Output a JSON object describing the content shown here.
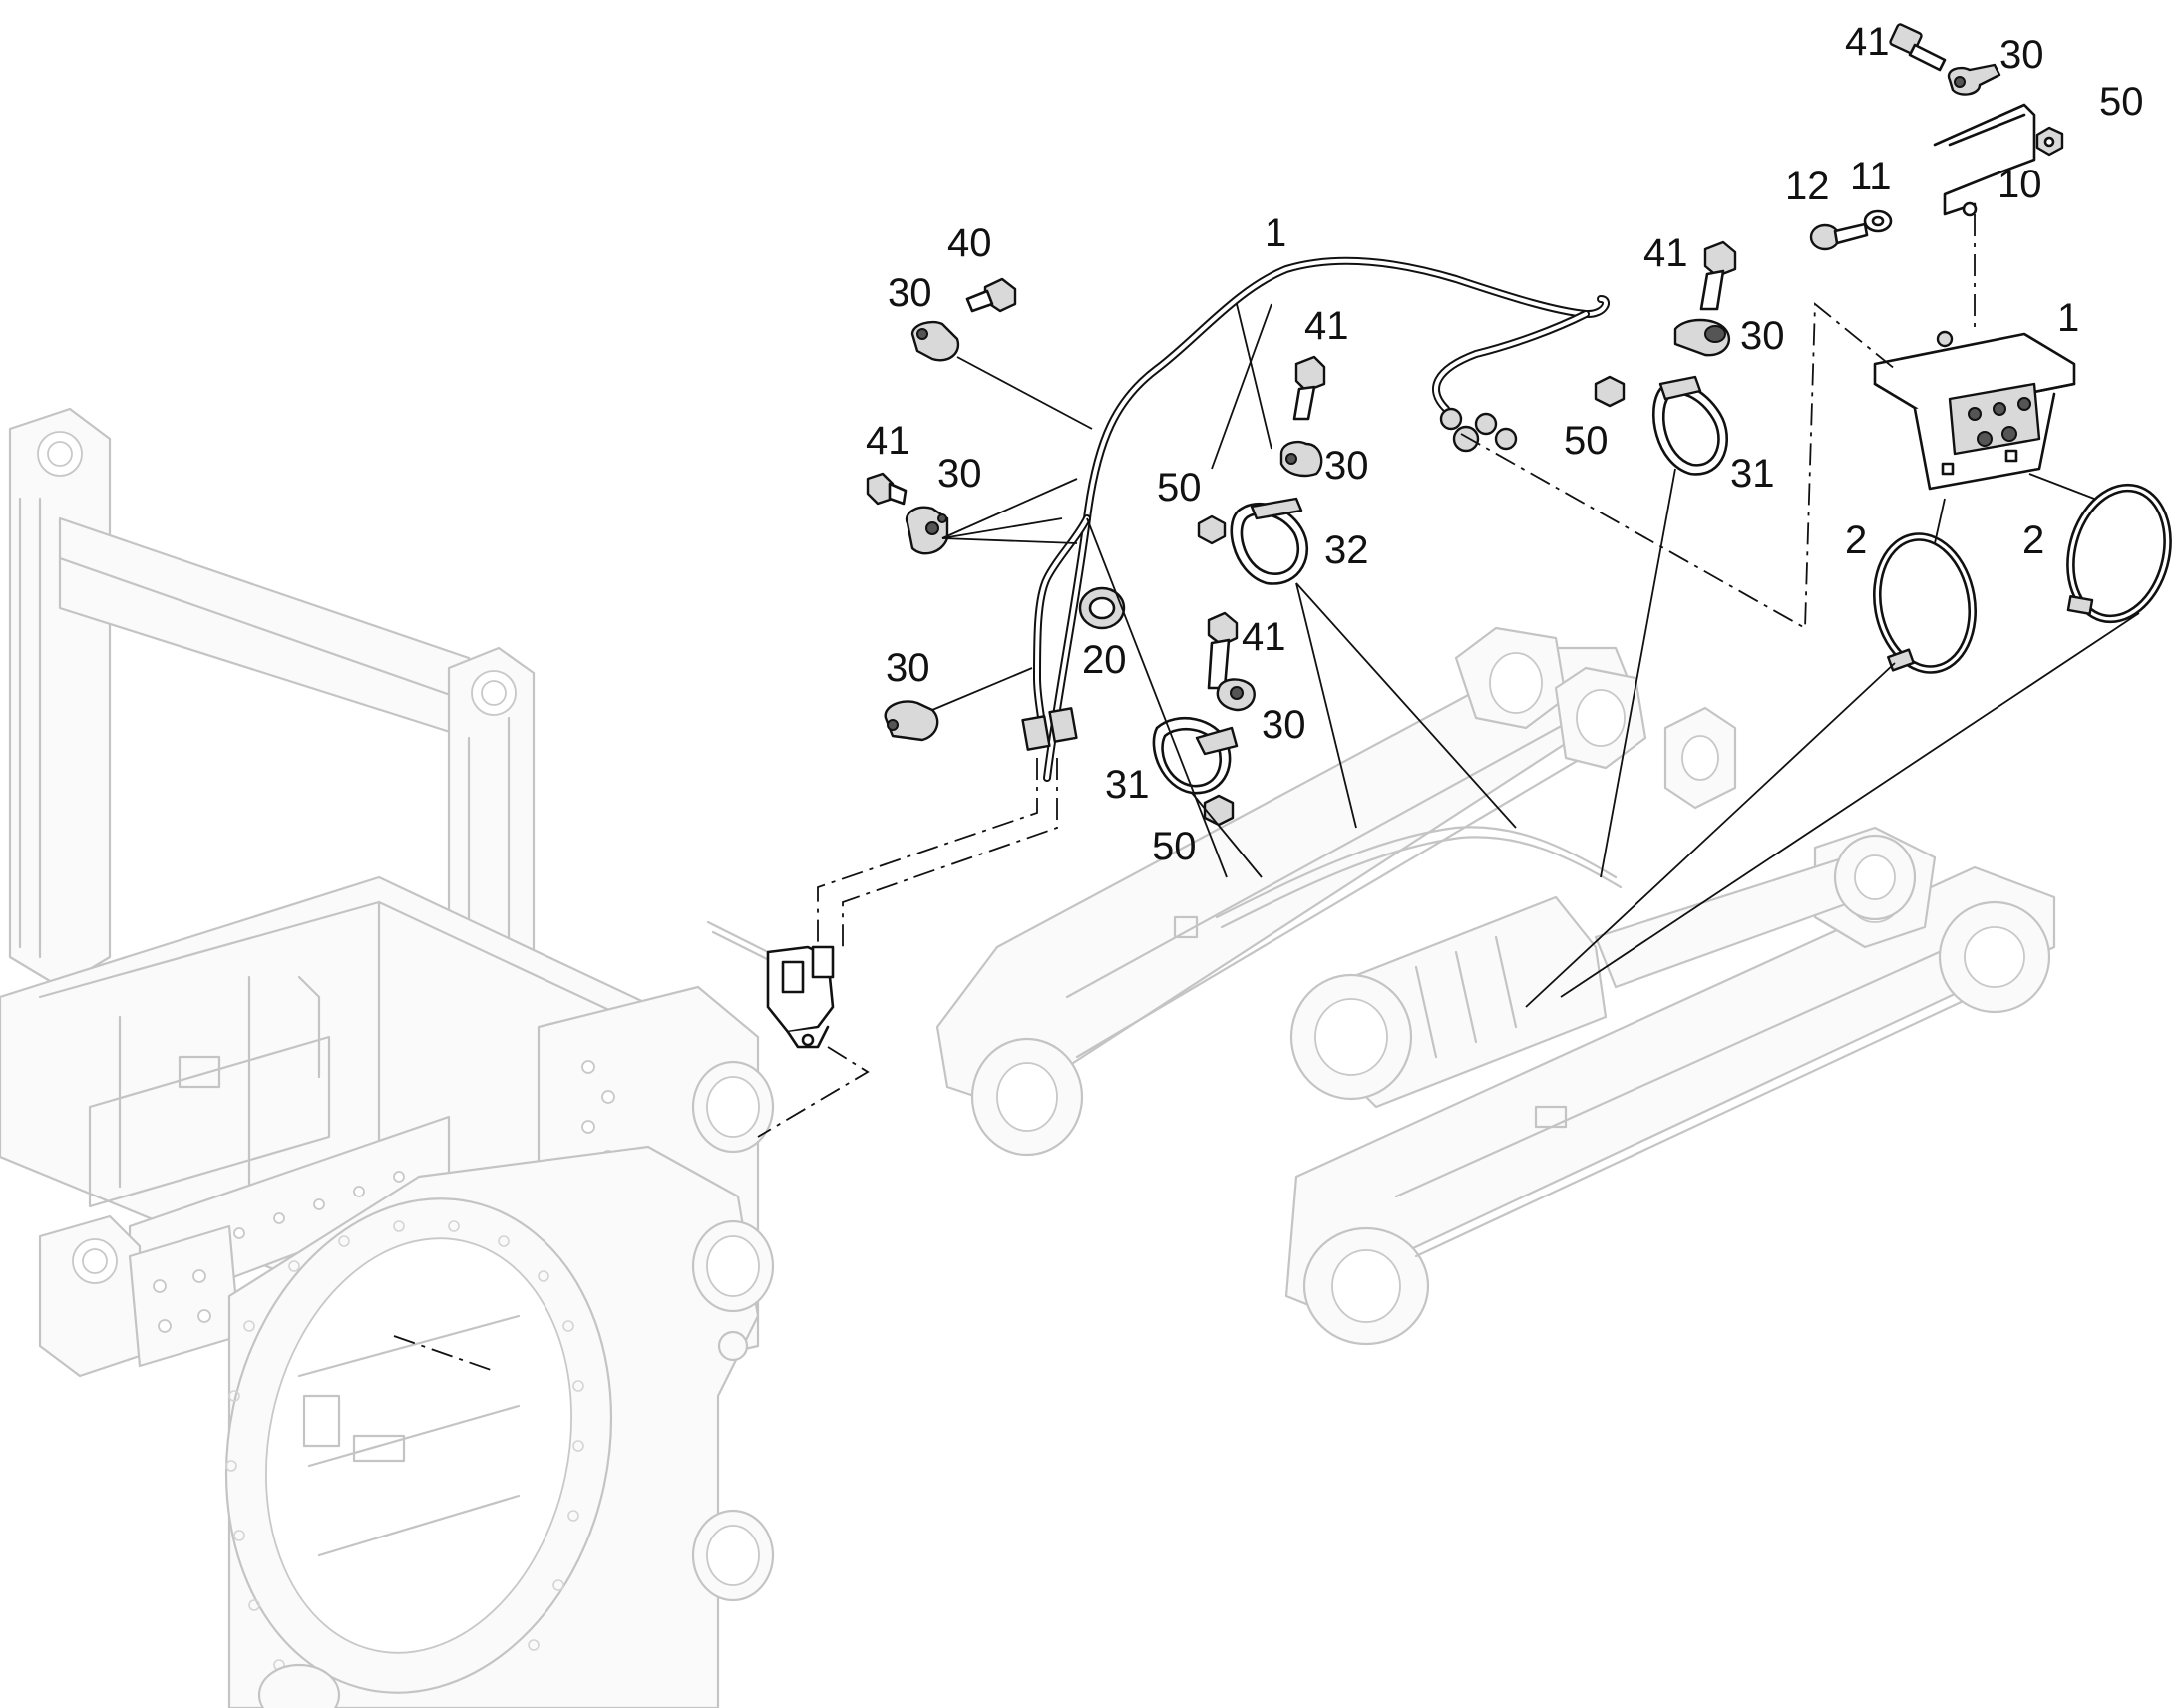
{
  "diagram": {
    "type": "exploded-parts-diagram",
    "callouts": [
      {
        "id": "c-41-top",
        "text": "41"
      },
      {
        "id": "c-30-top",
        "text": "30"
      },
      {
        "id": "c-50-top",
        "text": "50"
      },
      {
        "id": "c-12",
        "text": "12"
      },
      {
        "id": "c-11",
        "text": "11"
      },
      {
        "id": "c-10",
        "text": "10"
      },
      {
        "id": "c-1-right",
        "text": "1"
      },
      {
        "id": "c-2-left",
        "text": "2"
      },
      {
        "id": "c-2-right",
        "text": "2"
      },
      {
        "id": "c-1-cable",
        "text": "1"
      },
      {
        "id": "c-40",
        "text": "40"
      },
      {
        "id": "c-30-ul",
        "text": "30"
      },
      {
        "id": "c-41-ml",
        "text": "41"
      },
      {
        "id": "c-30-ml",
        "text": "30"
      },
      {
        "id": "c-41-c",
        "text": "41"
      },
      {
        "id": "c-30-c",
        "text": "30"
      },
      {
        "id": "c-50-c",
        "text": "50"
      },
      {
        "id": "c-32",
        "text": "32"
      },
      {
        "id": "c-20",
        "text": "20"
      },
      {
        "id": "c-30-ll",
        "text": "30"
      },
      {
        "id": "c-41-low",
        "text": "41"
      },
      {
        "id": "c-30-low",
        "text": "30"
      },
      {
        "id": "c-31-low",
        "text": "31"
      },
      {
        "id": "c-50-low",
        "text": "50"
      },
      {
        "id": "c-41-r",
        "text": "41"
      },
      {
        "id": "c-30-r",
        "text": "30"
      },
      {
        "id": "c-50-r",
        "text": "50"
      },
      {
        "id": "c-31-r",
        "text": "31"
      }
    ]
  }
}
